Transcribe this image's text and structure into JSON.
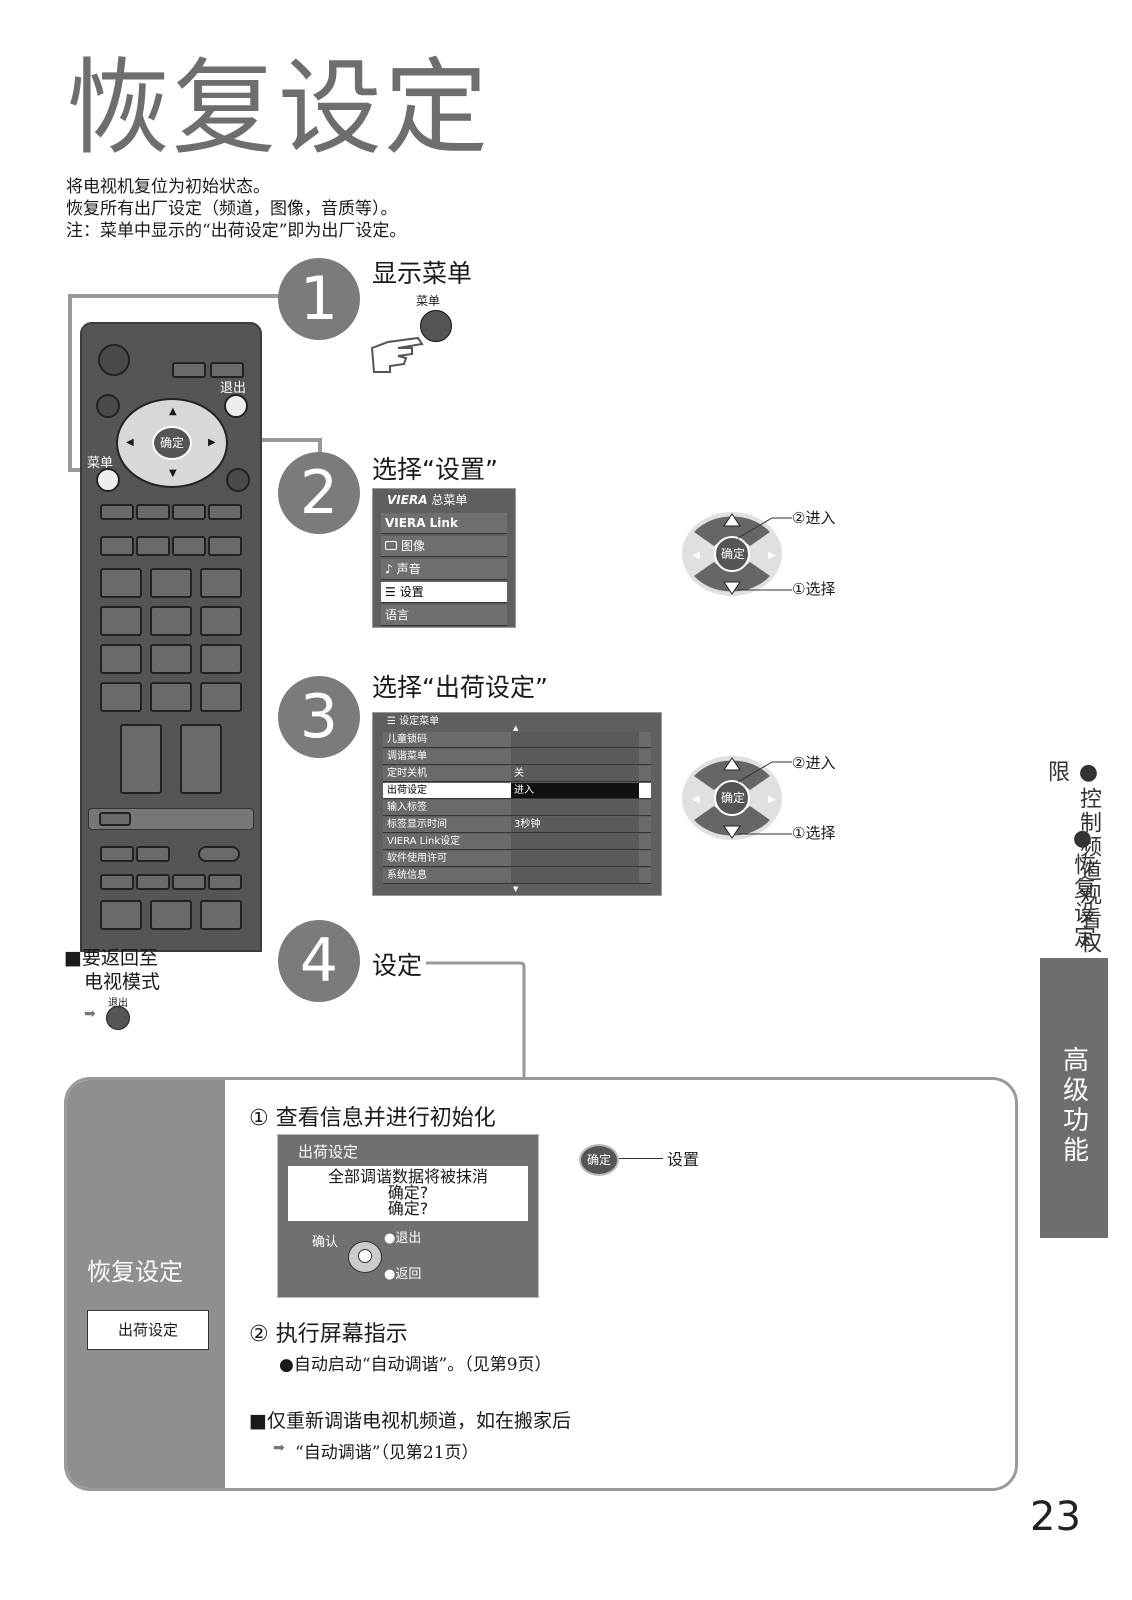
{
  "page": {
    "title": "恢复设定",
    "intro": [
      "将电视机复位为初始状态。",
      "恢复所有出厂设定（频道，图像，音质等）。",
      "注：菜单中显示的“出荷设定”即为出厂设定。"
    ],
    "page_number": "23"
  },
  "remote": {
    "exit_label": "退出",
    "menu_label": "菜单",
    "ok_label": "确定"
  },
  "steps": [
    {
      "num": "1",
      "title": "显示菜单",
      "button_label": "菜单"
    },
    {
      "num": "2",
      "title": "选择“设置”"
    },
    {
      "num": "3",
      "title": "选择“出荷设定”"
    },
    {
      "num": "4",
      "title": "设定"
    }
  ],
  "main_menu": {
    "header": "总菜单",
    "brand": "VIERA",
    "items": [
      "VIERA Link",
      "图像",
      "声音",
      "设置",
      "语言"
    ],
    "icons": [
      "",
      "picture-icon",
      "music-note-icon",
      "list-icon",
      ""
    ]
  },
  "setup_menu": {
    "header": "设定菜单",
    "rows": [
      {
        "label": "儿童锁码",
        "value": ""
      },
      {
        "label": "调谐菜单",
        "value": ""
      },
      {
        "label": "定时关机",
        "value": "关"
      },
      {
        "label": "出荷设定",
        "value": "进入"
      },
      {
        "label": "输入标签",
        "value": ""
      },
      {
        "label": "标签显示时间",
        "value": "3秒钟"
      },
      {
        "label": "VIERA Link设定",
        "value": ""
      },
      {
        "label": "软件使用许可",
        "value": ""
      },
      {
        "label": "系统信息",
        "value": ""
      }
    ]
  },
  "pad": {
    "enter": "②进入",
    "select": "①选择",
    "ok": "确定"
  },
  "return_note": {
    "title_line1": "■要返回至",
    "title_line2": "电视模式",
    "exit": "退出"
  },
  "bottom": {
    "left_title": "恢复设定",
    "left_button": "出荷设定",
    "sub1": "① 查看信息并进行初始化",
    "dialog": {
      "title": "出荷设定",
      "line1": "全部调谐数据将被抹消",
      "line2": "确定?",
      "line3": "确定?",
      "confirm": "确认",
      "exit": "●退出",
      "back": "●返回"
    },
    "ok_label": "确定",
    "ok_desc": "设置",
    "sub2": "② 执行屏幕指示",
    "sub2_note": "●自动启动“自动调谐”。（见第9页）",
    "note_title": "■仅重新调谐电视机频道，如在搬家后",
    "note_ref": "“自动调谐”（见第21页）"
  },
  "sidebar": {
    "cat1": "●控制频道观看权限",
    "cat2": "●恢复设定",
    "section": "高级功能"
  }
}
